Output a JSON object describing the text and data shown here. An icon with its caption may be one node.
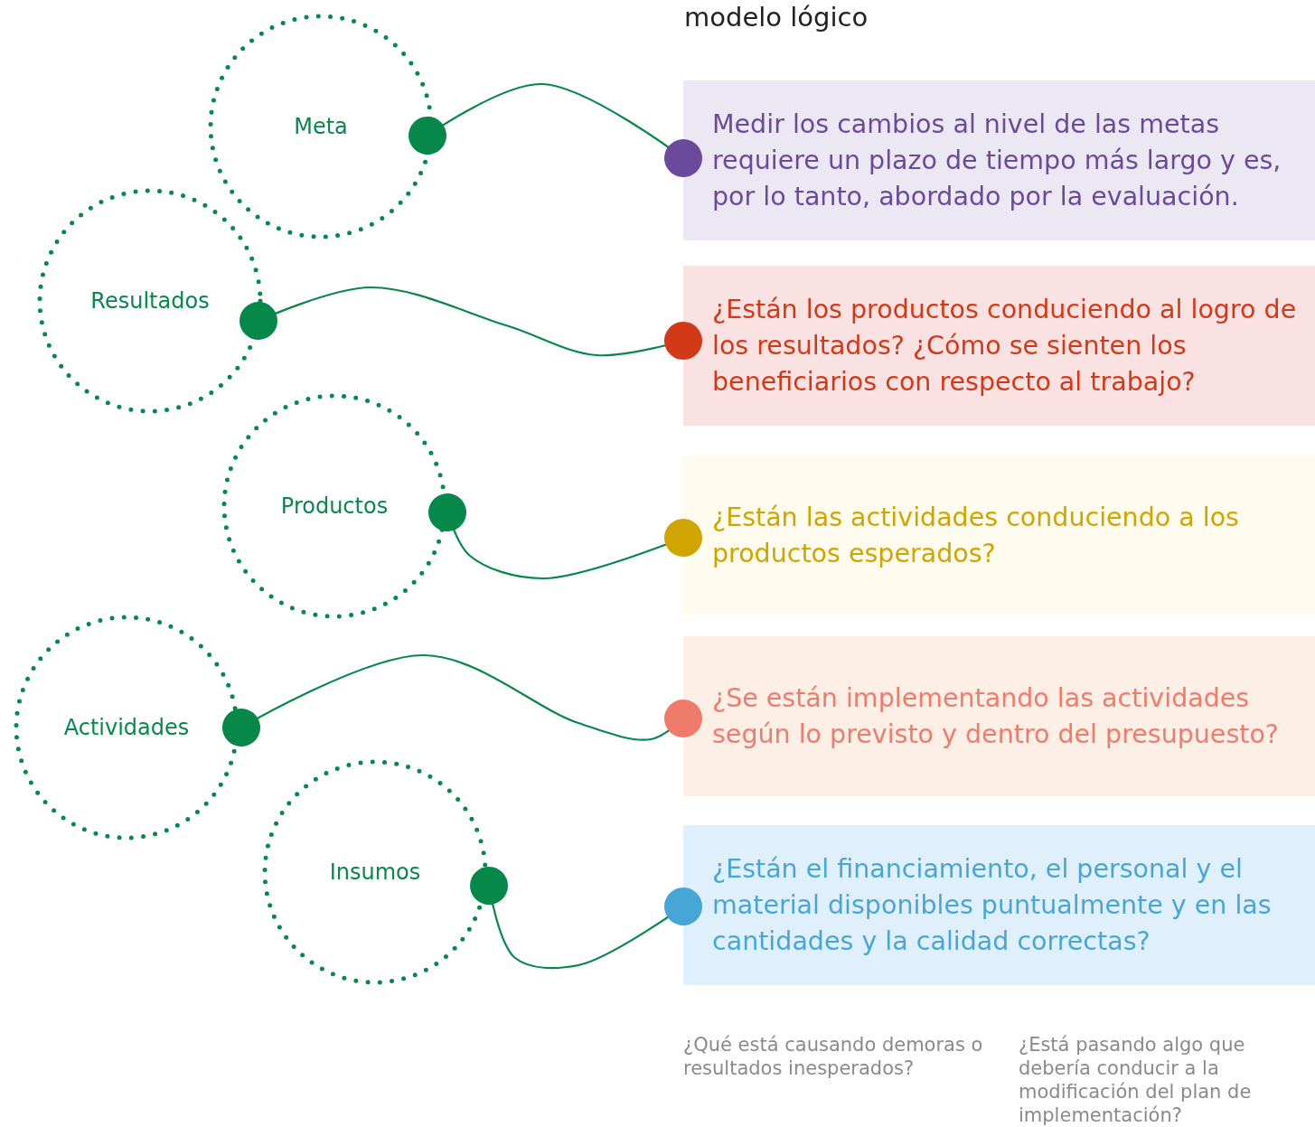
{
  "diagram": {
    "title": "modelo lógico",
    "nodes": [
      {
        "text": [
          "Meta"
        ]
      },
      {
        "text": [
          "Resultados"
        ]
      },
      {
        "text": [
          "Productos"
        ]
      },
      {
        "text": [
          "Actividades"
        ]
      },
      {
        "text": [
          "Insumos"
        ]
      },
      {
        "text": [
          "Medir los cambios al nivel de las metas requiere un plazo de tiempo más largo y es, por lo tanto, abordado por la evaluación."
        ]
      },
      {
        "text": [
          "¿Están los productos conduciendo al logro de los resultados? ¿Cómo se sienten los beneficiarios con respecto al trabajo?"
        ]
      },
      {
        "text": [
          "¿Están las actividades conduciendo a los productos esperados?"
        ]
      },
      {
        "text": [
          "¿Se están implementando las actividades según lo previsto y dentro del presupuesto?"
        ]
      },
      {
        "text": [
          "¿Están el financiamiento, el personal y el material disponibles puntualmente y en las cantidades y la calidad correctas?"
        ]
      }
    ],
    "edges": [
      {
        "from": 0,
        "to": 5,
        "arrow": "other"
      },
      {
        "from": 1,
        "to": 6,
        "arrow": "other"
      },
      {
        "from": 2,
        "to": 7,
        "arrow": "other"
      },
      {
        "from": 3,
        "to": 8,
        "arrow": "other"
      },
      {
        "from": 4,
        "to": 9,
        "arrow": "other"
      }
    ],
    "labels": [
      "¿Qué está causando demoras o resultados inesperados?",
      "¿Está pasando algo que debería conducir a la modificación del plan de implementación?"
    ]
  }
}
